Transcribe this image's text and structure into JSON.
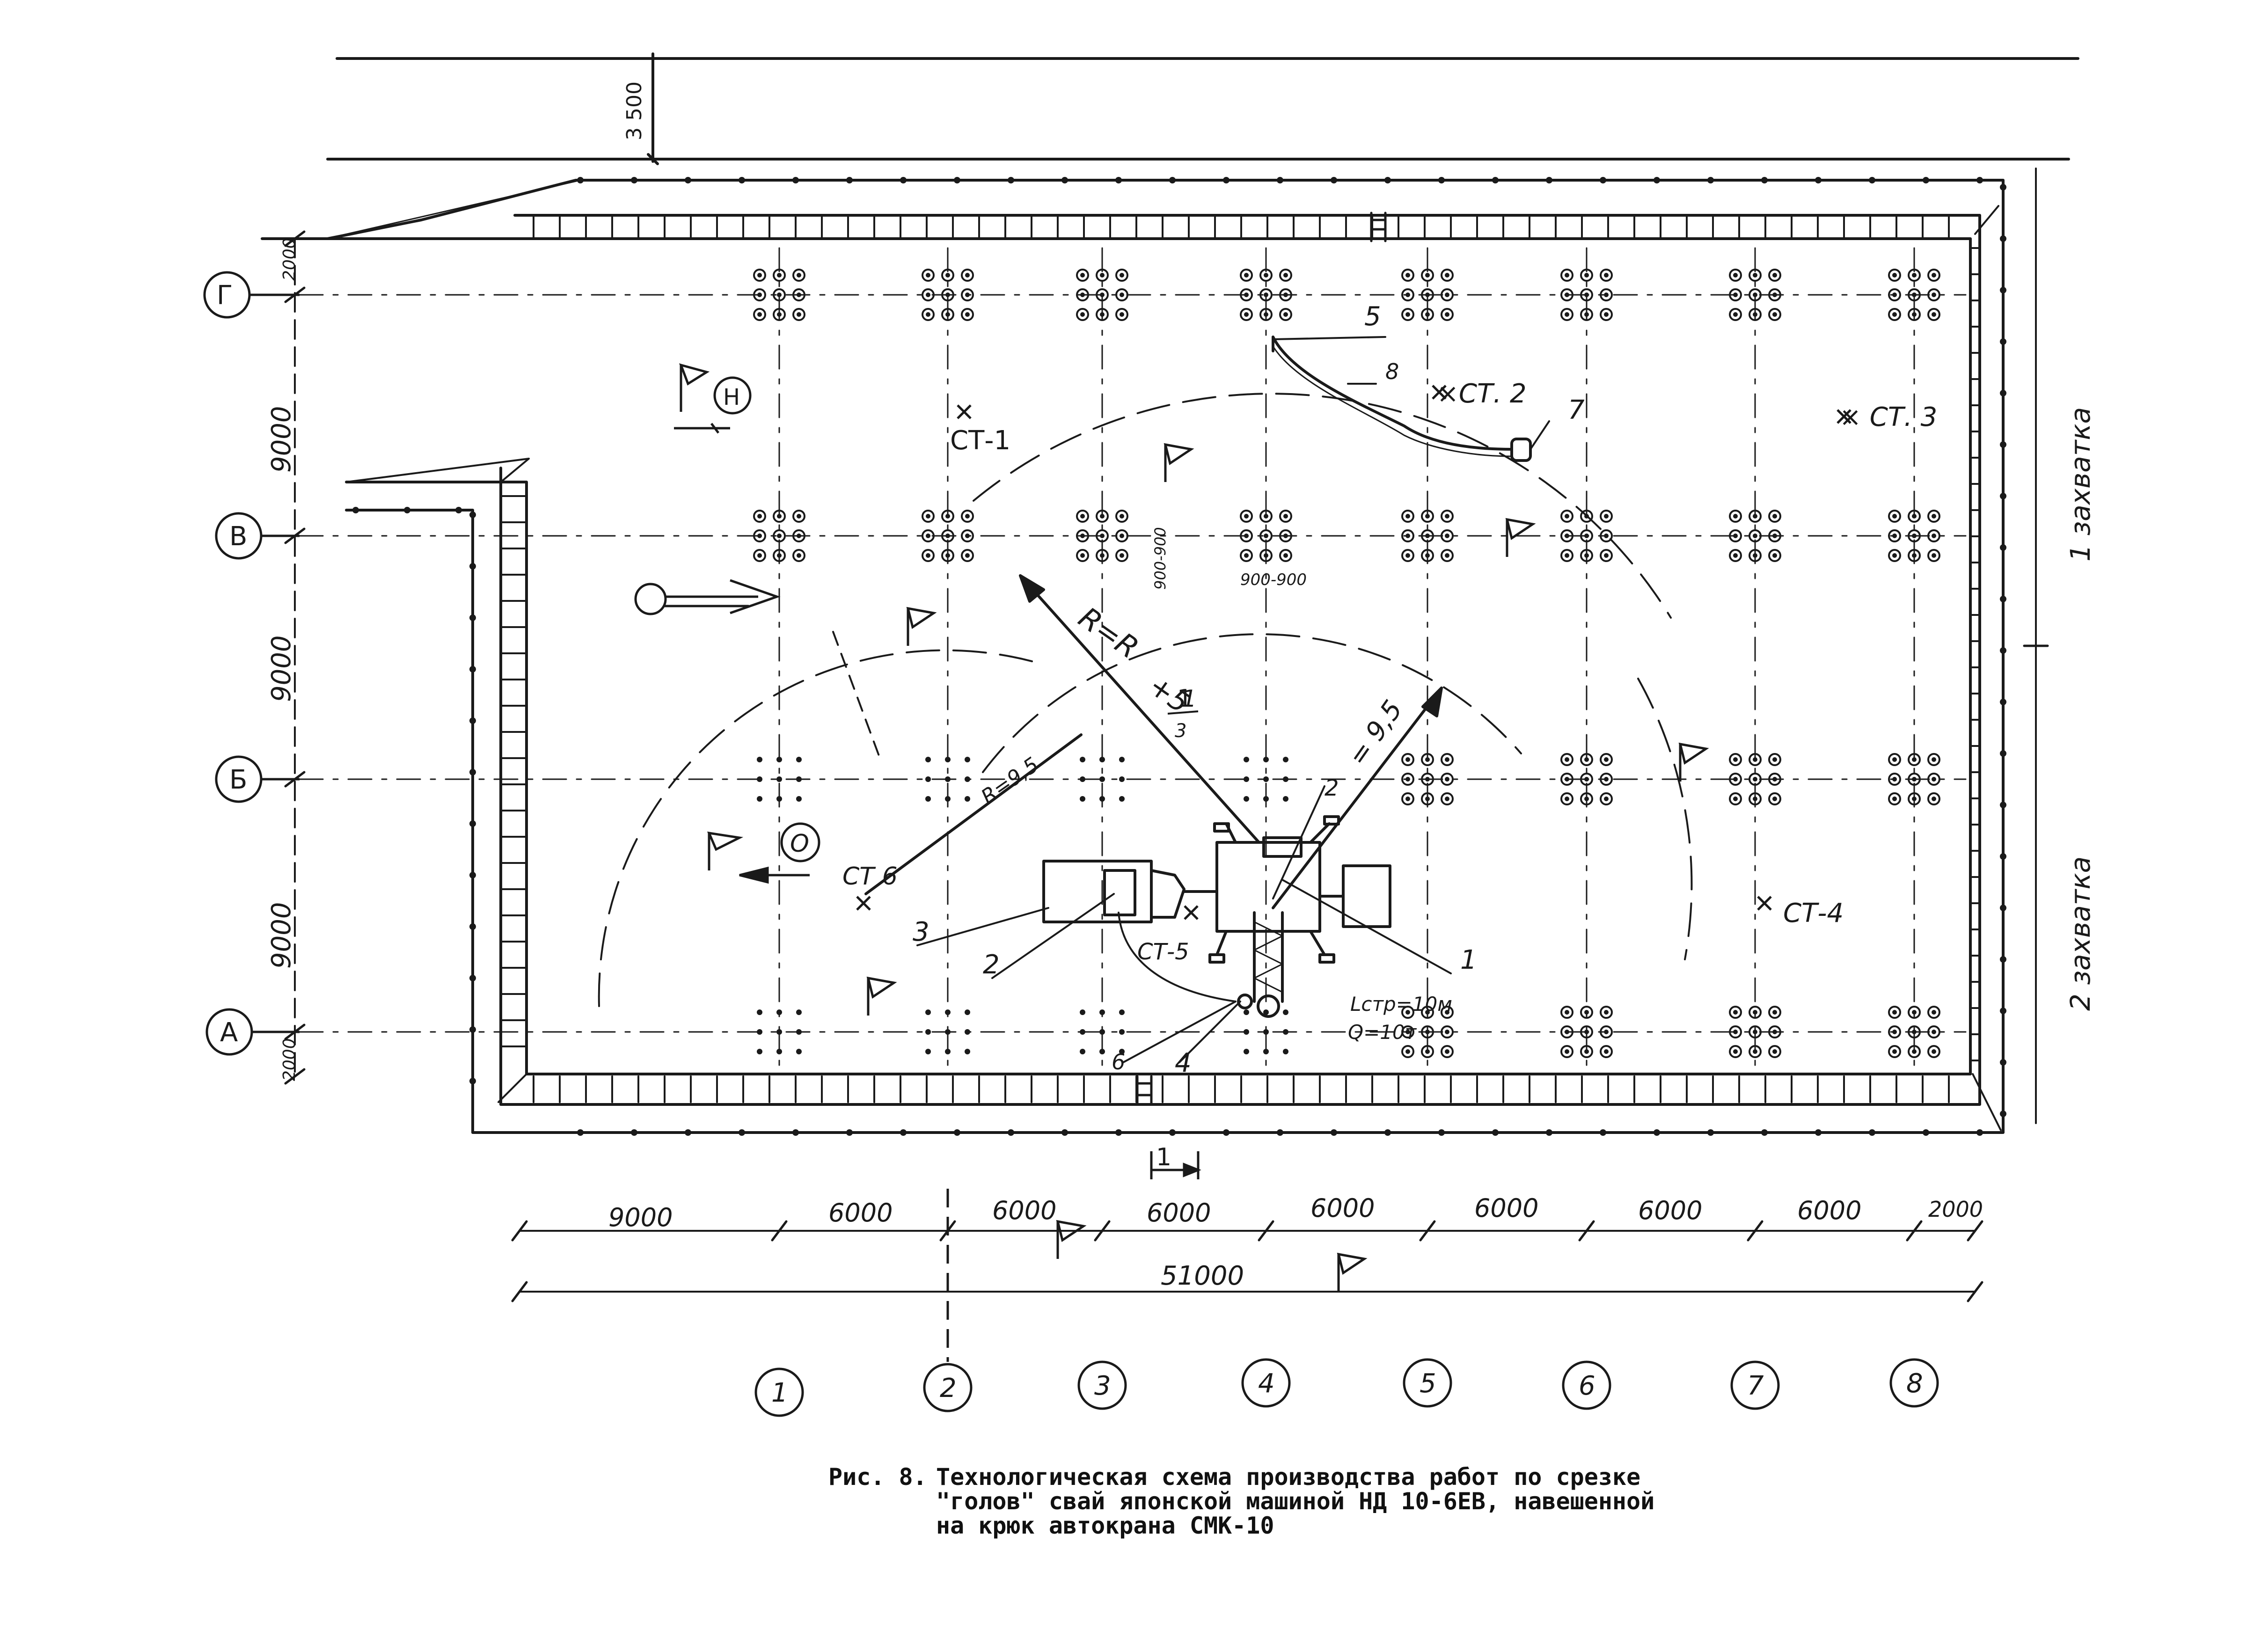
{
  "dimensions": {
    "top_clearance": "3 500",
    "bays_x": [
      "9000",
      "6000",
      "6000",
      "6000",
      "6000",
      "6000",
      "6000",
      "6000",
      "2000"
    ],
    "total_length": "51000",
    "spans_y": [
      "2000",
      "9000",
      "9000",
      "9000",
      "2000"
    ]
  },
  "axes": {
    "rows": [
      "Г",
      "В",
      "Б",
      "А"
    ],
    "columns": [
      "1",
      "2",
      "3",
      "4",
      "5",
      "6",
      "7",
      "8"
    ]
  },
  "stations": [
    "СТ-1",
    "×СТ. 2",
    "× СТ. 3",
    "СТ-4",
    "СТ-5",
    "СТ 6"
  ],
  "markers": {
    "start": "Н",
    "end": "О"
  },
  "radii": {
    "swing": "R=R",
    "plus": "+5",
    "frac": "1",
    "frac_den": "3",
    "working": "= 9,5",
    "left": "R=9,5"
  },
  "crane_spec": {
    "boom": "Lстр=10м",
    "load": "Q=10т"
  },
  "pile_spacing": {
    "h": "900-900",
    "v": "900-900"
  },
  "callouts": [
    "1",
    "2",
    "3",
    "2",
    "4",
    "5",
    "6",
    "7",
    "8"
  ],
  "sections": {
    "cut": "1",
    "stage_1": "1 захватка",
    "stage_2": "2 захватка"
  },
  "caption": {
    "label": "Рис. 8.",
    "lines": [
      "Технологическая схема производства работ по срезке",
      "\"голов\" свай японской машиной НД 10-6ЕВ, навешенной",
      "на крюк автокрана СМК-10"
    ]
  }
}
